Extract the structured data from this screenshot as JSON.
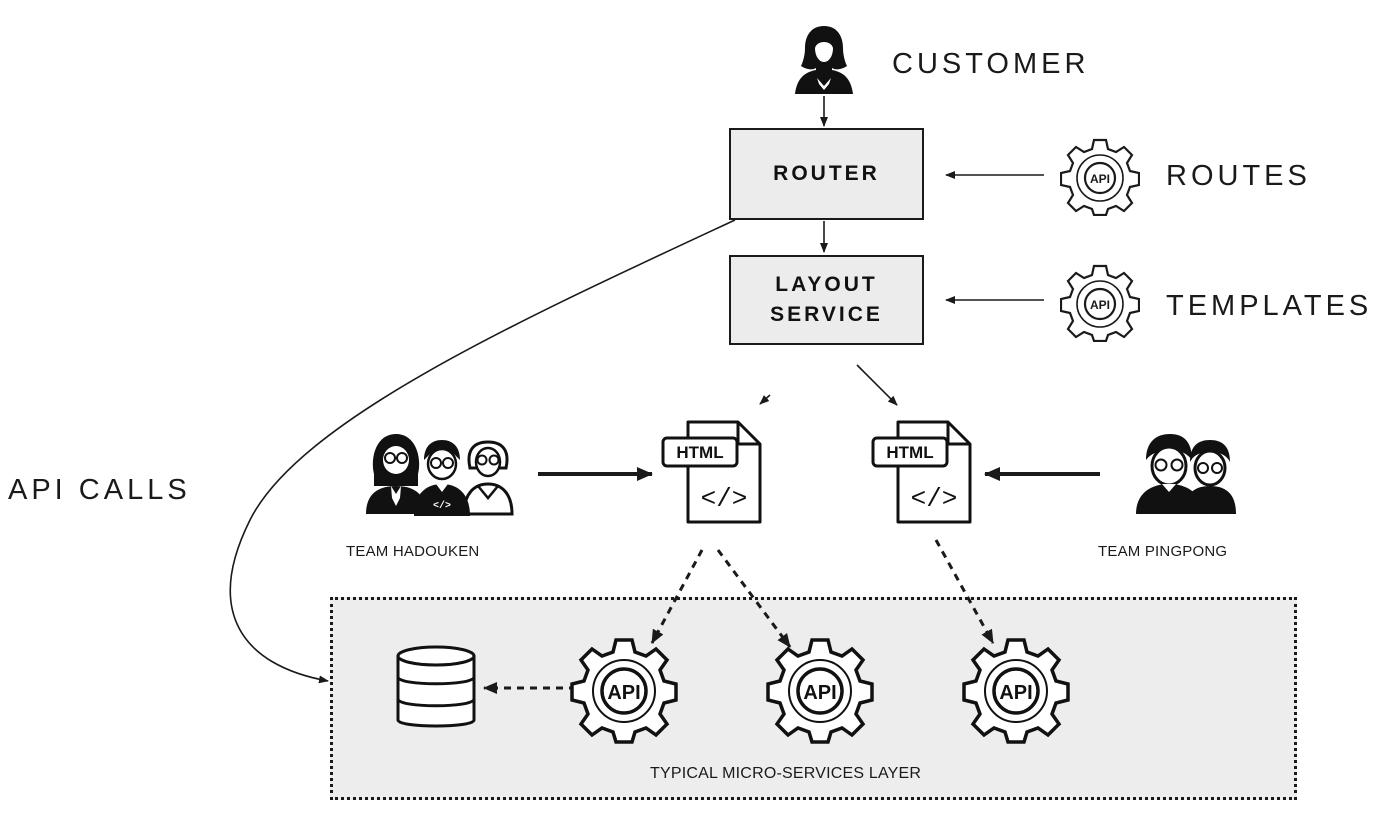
{
  "customer": {
    "label": "CUSTOMER"
  },
  "router": {
    "label": "ROUTER"
  },
  "layout_service": {
    "label_line1": "LAYOUT",
    "label_line2": "SERVICE"
  },
  "routes": {
    "label": "ROUTES",
    "icon": "api-gear-icon",
    "icon_text": "API"
  },
  "templates": {
    "label": "TEMPLATES",
    "icon": "api-gear-icon",
    "icon_text": "API"
  },
  "api_calls": {
    "label": "API CALLS"
  },
  "team_hadouken": {
    "label": "TEAM HADOUKEN",
    "fragment_icon": "html-file-icon",
    "fragment_text": "HTML",
    "code_symbol": "</>",
    "badge_code": "</>"
  },
  "team_pingpong": {
    "label": "TEAM PINGPONG",
    "fragment_icon": "html-file-icon",
    "fragment_text": "HTML",
    "code_symbol": "</>"
  },
  "microservices": {
    "label": "TYPICAL MICRO-SERVICES LAYER",
    "api_labels": [
      "API",
      "API",
      "API"
    ],
    "database_icon": "database-icon"
  },
  "colors": {
    "ink": "#1a1a1a",
    "box_fill": "#ececec",
    "layer_fill": "#ededed"
  }
}
